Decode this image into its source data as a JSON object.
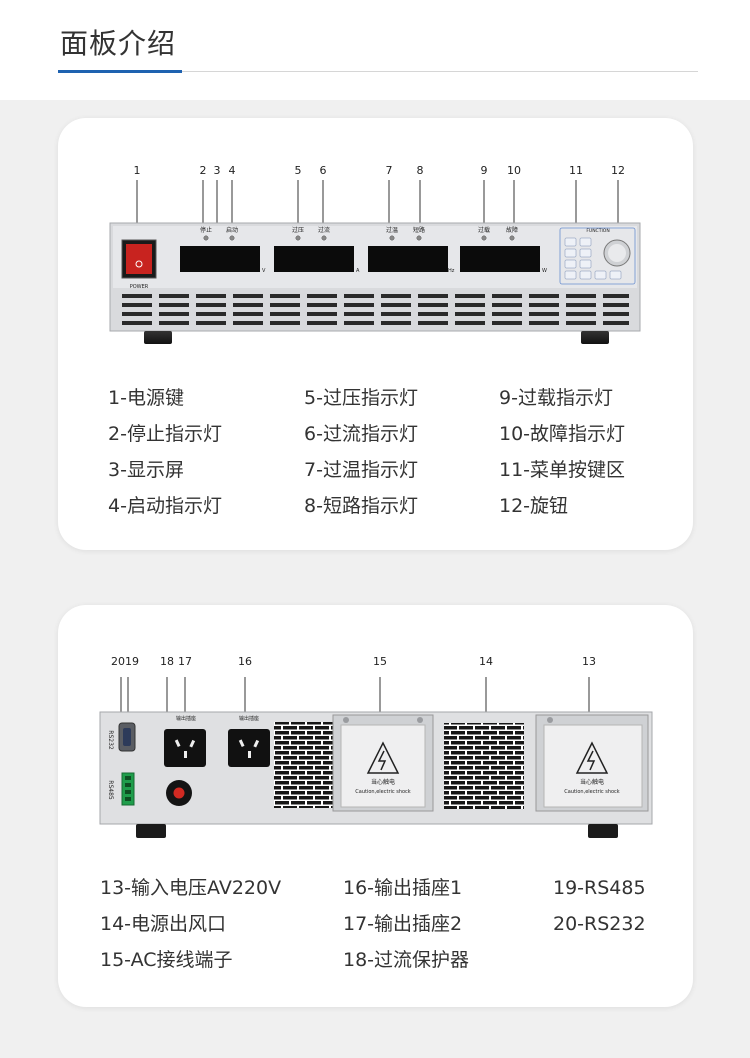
{
  "header": {
    "title": "面板介绍"
  },
  "front_panel": {
    "callouts": [
      "1",
      "2",
      "3",
      "4",
      "5",
      "6",
      "7",
      "8",
      "9",
      "10",
      "11",
      "12"
    ],
    "labels": {
      "power": "POWER",
      "function": "FUNCTION",
      "stop": "停止",
      "start": "启动",
      "ov": "过压",
      "oc": "过流",
      "ot": "过温",
      "short": "短路",
      "ol": "过载",
      "fault": "故障",
      "unit_v": "V",
      "unit_a": "A",
      "unit_hz": "Hz",
      "unit_w": "W"
    },
    "legend": {
      "col1": [
        "1-电源键",
        "2-停止指示灯",
        "3-显示屏",
        "4-启动指示灯"
      ],
      "col2": [
        "5-过压指示灯",
        "6-过流指示灯",
        "7-过温指示灯",
        "8-短路指示灯"
      ],
      "col3": [
        "9-过载指示灯",
        "10-故障指示灯",
        "11-菜单按键区",
        "12-旋钮"
      ]
    }
  },
  "rear_panel": {
    "callouts": [
      "2019",
      "18",
      "17",
      "16",
      "15",
      "14",
      "13"
    ],
    "labels": {
      "rs232": "RS232",
      "rs485": "RS485",
      "out1": "输出插座",
      "out2": "输出插座",
      "warn": "当心触电",
      "caution": "Caution,electric shock"
    },
    "legend": {
      "col1": [
        "13-输入电压AV220V",
        "14-电源出风口",
        "15-AC接线端子"
      ],
      "col2": [
        "16-输出插座1",
        "17-输出插座2",
        "18-过流保护器"
      ],
      "col3": [
        "19-RS485",
        "20-RS232"
      ]
    }
  }
}
